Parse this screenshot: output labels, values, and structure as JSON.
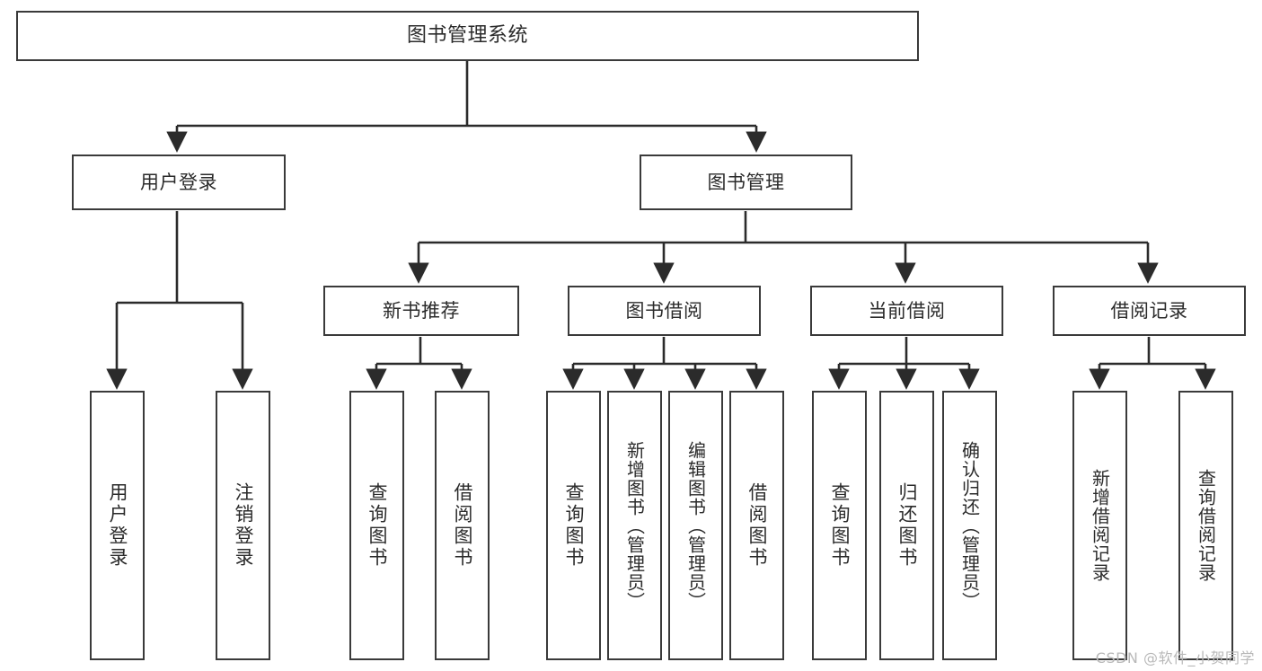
{
  "diagram": {
    "type": "tree",
    "title": "图书管理系统",
    "orientation": "top-down",
    "colors": {
      "box_border": "#3a3a3a",
      "box_fill": "#ffffff",
      "connector": "#2b2b2b",
      "text": "#2b2b2b",
      "watermark": "#b9b9b9",
      "background": "#ffffff"
    },
    "root": {
      "id": "root",
      "label": "图书管理系统"
    },
    "level2": [
      {
        "id": "user-login",
        "label": "用户登录"
      },
      {
        "id": "book-manage",
        "label": "图书管理"
      }
    ],
    "level3": [
      {
        "id": "new-book-rec",
        "label": "新书推荐",
        "parent": "book-manage"
      },
      {
        "id": "book-borrow",
        "label": "图书借阅",
        "parent": "book-manage"
      },
      {
        "id": "current-borrow",
        "label": "当前借阅",
        "parent": "book-manage"
      },
      {
        "id": "borrow-record",
        "label": "借阅记录",
        "parent": "book-manage"
      }
    ],
    "leaves": [
      {
        "id": "leaf-user-login",
        "label": "用户登录",
        "parent": "user-login"
      },
      {
        "id": "leaf-user-logout",
        "label": "注销登录",
        "parent": "user-login"
      },
      {
        "id": "leaf-query-book-1",
        "label": "查询图书",
        "parent": "new-book-rec"
      },
      {
        "id": "leaf-borrow-book-1",
        "label": "借阅图书",
        "parent": "new-book-rec"
      },
      {
        "id": "leaf-query-book-2",
        "label": "查询图书",
        "parent": "book-borrow"
      },
      {
        "id": "leaf-add-book",
        "label": "新增图书（管理员）",
        "parent": "book-borrow"
      },
      {
        "id": "leaf-edit-book",
        "label": "编辑图书（管理员）",
        "parent": "book-borrow"
      },
      {
        "id": "leaf-borrow-book-2",
        "label": "借阅图书",
        "parent": "book-borrow"
      },
      {
        "id": "leaf-query-book-3",
        "label": "查询图书",
        "parent": "current-borrow"
      },
      {
        "id": "leaf-return-book",
        "label": "归还图书",
        "parent": "current-borrow"
      },
      {
        "id": "leaf-confirm-return",
        "label": "确认归还（管理员）",
        "parent": "current-borrow"
      },
      {
        "id": "leaf-add-record",
        "label": "新增借阅记录",
        "parent": "borrow-record"
      },
      {
        "id": "leaf-query-record",
        "label": "查询借阅记录",
        "parent": "borrow-record"
      }
    ]
  },
  "watermark": {
    "text": "CSDN @软件_小贺同学"
  }
}
